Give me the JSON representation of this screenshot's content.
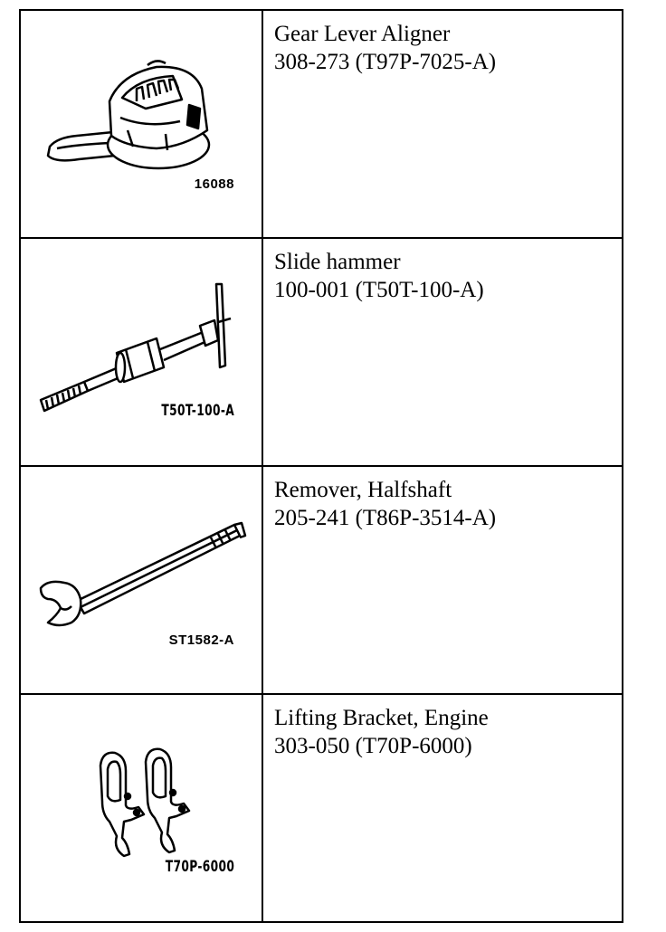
{
  "tools": [
    {
      "name": "Gear Lever Aligner",
      "number": "308-273 (T97P-7025-A)",
      "figure_code": "16088",
      "icon": "gear-lever-aligner-icon"
    },
    {
      "name": "Slide hammer",
      "number": "100-001 (T50T-100-A)",
      "figure_code": "T50T-100-A",
      "icon": "slide-hammer-icon"
    },
    {
      "name": "Remover, Halfshaft",
      "number": "205-241 (T86P-3514-A)",
      "figure_code": "ST1582-A",
      "icon": "halfshaft-remover-icon"
    },
    {
      "name": "Lifting Bracket, Engine",
      "number": "303-050 (T70P-6000)",
      "figure_code": "T70P-6000",
      "icon": "engine-lifting-bracket-icon"
    }
  ]
}
